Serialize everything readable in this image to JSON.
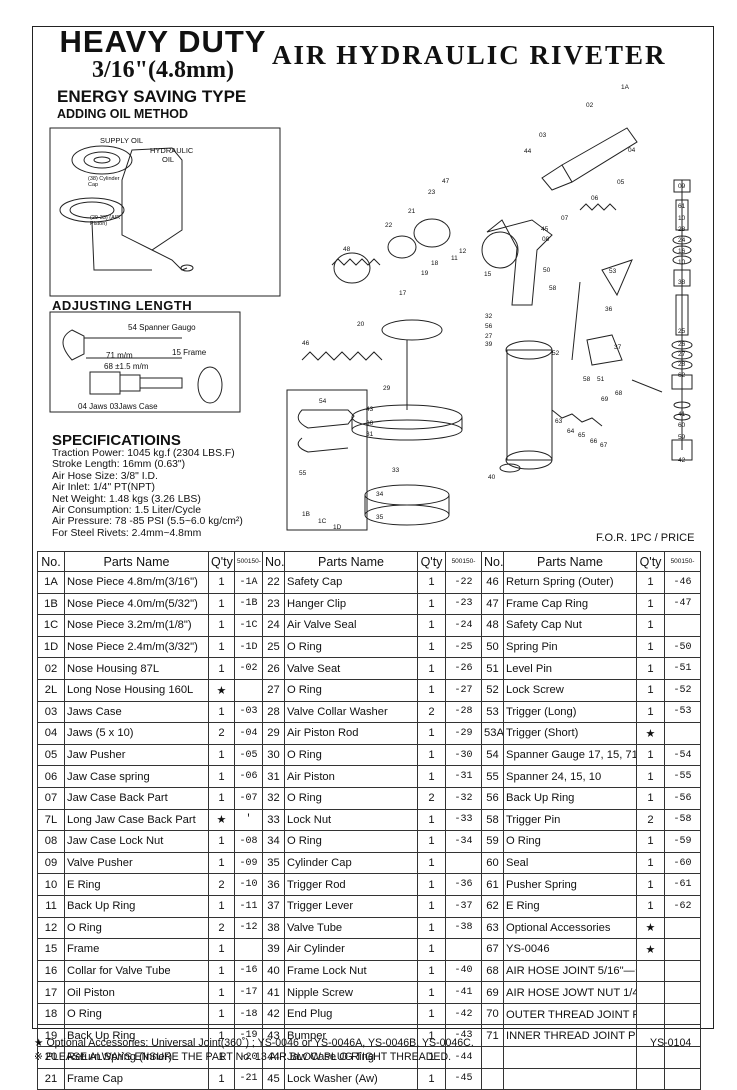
{
  "header": {
    "heavy_duty": "HEAVY DUTY",
    "size": "3/16\"(4.8mm)",
    "title": "AIR HYDRAULIC RIVETER"
  },
  "energy_saving": "ENERGY SAVING TYPE",
  "adding_oil": "ADDING OIL METHOD",
  "oil_figure": {
    "supply_oil": "SUPPLY OIL",
    "hydraulic": "HYDRAULIC",
    "oil": "OIL",
    "cylinder_cap": "(38) Cylinder Cap",
    "air_piston": "(29-33) (AIR Piston)"
  },
  "adjusting_length": "ADJUSTING LENGTH",
  "adjust_figure": {
    "spanner": "54 Spanner Gaugo",
    "dim1": "71 m/m",
    "dim2": "68 ±1.5 m/m",
    "frame": "15 Frame",
    "jaws": "04 Jaws 03Jaws Case"
  },
  "specifications": {
    "heading": "SPECIFICATIOINS",
    "lines": [
      "Traction Power: 1045 kg.f (2304 LBS.F)",
      "Stroke Length: 16mm (0.63\")",
      "Air Hose Size: 3/8\" I.D.",
      "Air Inlet: 1/4\" PT(NPT)",
      "Net Weight: 1.48 kgs (3.26 LBS)",
      "Air Consumption: 1.5 Liter/Cycle",
      "Air Pressure: 78 -85 PSI  (5.5~6.0 kg/cm²)",
      "For Steel Rivets: 2.4mm~4.8mm"
    ]
  },
  "diagram_labels": [
    "1A",
    "02",
    "03",
    "44",
    "04",
    "05",
    "06",
    "07",
    "45",
    "08",
    "09",
    "61",
    "10",
    "28",
    "24",
    "16",
    "10",
    "38",
    "47",
    "23",
    "21",
    "22",
    "48",
    "18",
    "12",
    "11",
    "19",
    "15",
    "17",
    "50",
    "58",
    "53",
    "36",
    "20",
    "46",
    "32",
    "56",
    "27",
    "39",
    "52",
    "37",
    "58",
    "51",
    "25",
    "26",
    "27",
    "28",
    "62",
    "29",
    "54",
    "43",
    "30",
    "31",
    "69",
    "68",
    "63",
    "64",
    "65",
    "66",
    "67",
    "41",
    "60",
    "59",
    "42",
    "33",
    "34",
    "35",
    "40",
    "55",
    "1B",
    "1C",
    "1D"
  ],
  "fob": "F.O.R. 1PC / PRICE",
  "table": {
    "headers": [
      "No.",
      "Parts Name",
      "Q'ty",
      "500150-"
    ],
    "rows": [
      [
        [
          "1A",
          "Nose Piece 4.8m/m(3/16\")",
          "1",
          "-1A"
        ],
        [
          "22",
          "Safety Cap",
          "1",
          "-22"
        ],
        [
          "46",
          "Return Spring (Outer)",
          "1",
          "-46"
        ]
      ],
      [
        [
          "1B",
          "Nose Piece 4.0m/m(5/32\")",
          "1",
          "-1B"
        ],
        [
          "23",
          "Hanger Clip",
          "1",
          "-23"
        ],
        [
          "47",
          "Frame Cap Ring",
          "1",
          "-47"
        ]
      ],
      [
        [
          "1C",
          "Nose Piece 3.2m/m(1/8\")",
          "1",
          "-1C"
        ],
        [
          "24",
          "Air Valve Seal",
          "1",
          "-24"
        ],
        [
          "48",
          "Safety Cap Nut",
          "1",
          ""
        ]
      ],
      [
        [
          "1D",
          "Nose Piece 2.4m/m(3/32\")",
          "1",
          "-1D"
        ],
        [
          "25",
          "O Ring",
          "1",
          "-25"
        ],
        [
          "50",
          "Spring Pin",
          "1",
          "-50"
        ]
      ],
      [
        [
          "02",
          "Nose Housing 87L",
          "1",
          "-02"
        ],
        [
          "26",
          "Valve Seat",
          "1",
          "-26"
        ],
        [
          "51",
          "Level Pin",
          "1",
          "-51"
        ]
      ],
      [
        [
          "2L",
          "Long Nose Housing 160L",
          "★",
          ""
        ],
        [
          "27",
          "O Ring",
          "1",
          "-27"
        ],
        [
          "52",
          "Lock Screw",
          "1",
          "-52"
        ]
      ],
      [
        [
          "03",
          "Jaws Case",
          "1",
          "-03"
        ],
        [
          "28",
          "Valve Collar Washer",
          "2",
          "-28"
        ],
        [
          "53",
          "Trigger (Long)",
          "1",
          "-53"
        ]
      ],
      [
        [
          "04",
          "Jaws  (5 x 10)",
          "2",
          "-04"
        ],
        [
          "29",
          "Air Piston Rod",
          "1",
          "-29"
        ],
        [
          "53A",
          "Trigger (Short)",
          "★",
          ""
        ]
      ],
      [
        [
          "05",
          "Jaw Pusher",
          "1",
          "-05"
        ],
        [
          "30",
          "O Ring",
          "1",
          "-30"
        ],
        [
          "54",
          "Spanner Gauge 17, 15, 71",
          "1",
          "-54"
        ]
      ],
      [
        [
          "06",
          "Jaw Case spring",
          "1",
          "-06"
        ],
        [
          "31",
          "Air Piston",
          "1",
          "-31"
        ],
        [
          "55",
          "Spanner 24, 15, 10",
          "1",
          "-55"
        ]
      ],
      [
        [
          "07",
          "Jaw Case Back Part",
          "1",
          "-07"
        ],
        [
          "32",
          "O Ring",
          "2",
          "-32"
        ],
        [
          "56",
          "Back Up Ring",
          "1",
          "-56"
        ]
      ],
      [
        [
          "7L",
          "Long Jaw Case Back Part",
          "★",
          "'"
        ],
        [
          "33",
          "Lock Nut",
          "1",
          "-33"
        ],
        [
          "58",
          "Trigger Pin",
          "2",
          "-58"
        ]
      ],
      [
        [
          "08",
          "Jaw Case Lock Nut",
          "1",
          "-08"
        ],
        [
          "34",
          "O Ring",
          "1",
          "-34"
        ],
        [
          "59",
          "O Ring",
          "1",
          "-59"
        ]
      ],
      [
        [
          "09",
          "Valve Pusher",
          "1",
          "-09"
        ],
        [
          "35",
          "Cylinder Cap",
          "1",
          ""
        ],
        [
          "60",
          "Seal",
          "1",
          "-60"
        ]
      ],
      [
        [
          "10",
          "E Ring",
          "2",
          "-10"
        ],
        [
          "36",
          "Trigger Rod",
          "1",
          "-36"
        ],
        [
          "61",
          "Pusher Spring",
          "1",
          "-61"
        ]
      ],
      [
        [
          "11",
          "Back Up Ring",
          "1",
          "-11"
        ],
        [
          "37",
          "Trigger Lever",
          "1",
          "-37"
        ],
        [
          "62",
          "E Ring",
          "1",
          "-62"
        ]
      ],
      [
        [
          "12",
          "O Ring",
          "2",
          "-12"
        ],
        [
          "38",
          "Valve Tube",
          "1",
          "-38"
        ],
        [
          "63",
          "Optional Accessories",
          "★",
          ""
        ]
      ],
      [
        [
          "15",
          "Frame",
          "1",
          ""
        ],
        [
          "39",
          "Air Cylinder",
          "1",
          ""
        ],
        [
          "67",
          "YS-0046",
          "★",
          ""
        ]
      ],
      [
        [
          "16",
          "Collar for Valve Tube",
          "1",
          "-16"
        ],
        [
          "40",
          "Frame Lock Nut",
          "1",
          "-40"
        ],
        [
          "68",
          "AIR HOSE JOINT 5/16\"—★",
          "",
          ""
        ]
      ],
      [
        [
          "17",
          "Oil Piston",
          "1",
          "-17"
        ],
        [
          "41",
          "Nipple Screw",
          "1",
          "-41"
        ],
        [
          "69",
          "AIR HOSE JOWT NUT 1/4\"—★",
          "",
          ""
        ]
      ],
      [
        [
          "18",
          "O Ring",
          "1",
          "-18"
        ],
        [
          "42",
          "End Plug",
          "1",
          "-42"
        ],
        [
          "70",
          "OUTER THREAD JOINT PM20  B★",
          "",
          ""
        ]
      ],
      [
        [
          "19",
          "Back Up Ring",
          "1",
          "-19"
        ],
        [
          "43",
          "Bumper",
          "1",
          "-43"
        ],
        [
          "71",
          "INNER THREAD JOINT PF20—C★",
          "",
          ""
        ]
      ],
      [
        [
          "20",
          "Return Spring (Inner)",
          "1",
          "-20"
        ],
        [
          "44",
          "Jaw Case O Ring",
          "1",
          "-44"
        ],
        [
          "",
          "",
          "",
          ""
        ]
      ],
      [
        [
          "21",
          "Frame Cap",
          "1",
          "-21"
        ],
        [
          "45",
          "Lock Washer (Aw)",
          "1",
          "-45"
        ],
        [
          "",
          "",
          "",
          ""
        ]
      ]
    ]
  },
  "footer": {
    "line1": "★ Optional Accessories: Universal Joint(360˚) ; YS-0046 or YS-0046A, YS-0046B, YS-0046C.",
    "line2": "※ PLEASE ALWAYS ENSURE THE PART No. 13 AIR BLOW PLUG TIGHT THREADED.",
    "code": "YS-0104"
  }
}
